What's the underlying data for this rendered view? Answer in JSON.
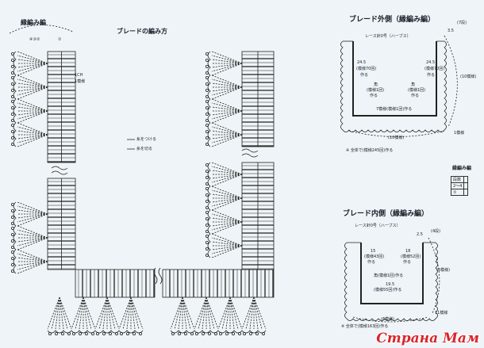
{
  "left_diagram": {
    "edging_label": "縁編み編",
    "row_marks": [
      "④③②",
      "①"
    ],
    "title": "ブレードの編み方",
    "repeat_label_1": "1CH",
    "repeat_label_2": "1模様",
    "legend_attach": "糸をつける",
    "legend_cut": "糸を切る"
  },
  "outer_braid": {
    "title": "ブレード外側（縁編み編）",
    "hook": "レース針0号（ハーブス）",
    "height_top": "3.5",
    "rows_top": "(7段)",
    "left_len": "24.5",
    "left_make": "(模様70回)",
    "left_make2": "作る",
    "right_len": "24.5",
    "right_make": "(模様70回)",
    "right_make2": "作る",
    "corner_l": "角",
    "corner_l2": "(模様1回)",
    "corner_l3": "作る",
    "corner_r": "角",
    "corner_r2": "(模様1回)",
    "corner_r3": "作る",
    "bottom_make": "7模様(模様1回)作る",
    "side_count": "(10模様)",
    "one_repeat": "1模様",
    "bottom_count": "(10模様)",
    "note": "※ 全体で(模様245回)作る"
  },
  "key_table": {
    "title": "縁編み編",
    "rows": [
      [
        "段数",
        ""
      ],
      [
        "2～4",
        ""
      ],
      [
        "①",
        ""
      ]
    ]
  },
  "inner_braid": {
    "title": "ブレード内側（縁編み編）",
    "hook": "レース針0号（ハーブス）",
    "height_top": "2.5",
    "rows_top": "(4段)",
    "left_len": "15",
    "left_make": "(模様43回)",
    "left_make2": "作る",
    "right_len": "18",
    "right_make": "(模様52回)",
    "right_make2": "作る",
    "corner_make": "角(模様1回)作る",
    "bottom_len": "19.5",
    "bottom_make": "(模様55回)作る",
    "side_count": "(6模様)",
    "one_repeat": "11模様",
    "bottom_count": "(6模様)",
    "note": "※ 全体で(模様163回)作る"
  },
  "watermark": "Страна Мам"
}
